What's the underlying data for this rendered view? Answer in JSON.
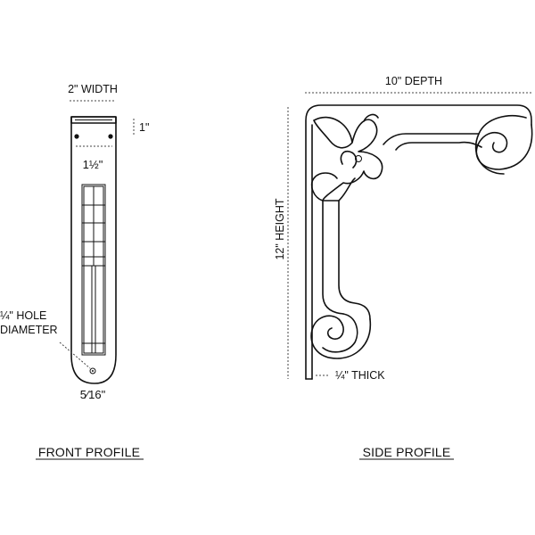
{
  "front": {
    "width_label": "2\" WIDTH",
    "top_label": "1\"",
    "mid_label": "1½\"",
    "hole_label_line1": "¼\" HOLE",
    "hole_label_line2": "DIAMETER",
    "bottom_label": "5⁄16\"",
    "caption": "FRONT PROFILE"
  },
  "side": {
    "depth_label": "10\" DEPTH",
    "height_label": "12\" HEIGHT",
    "thick_label": "¼\" THICK",
    "caption": "SIDE PROFILE"
  }
}
